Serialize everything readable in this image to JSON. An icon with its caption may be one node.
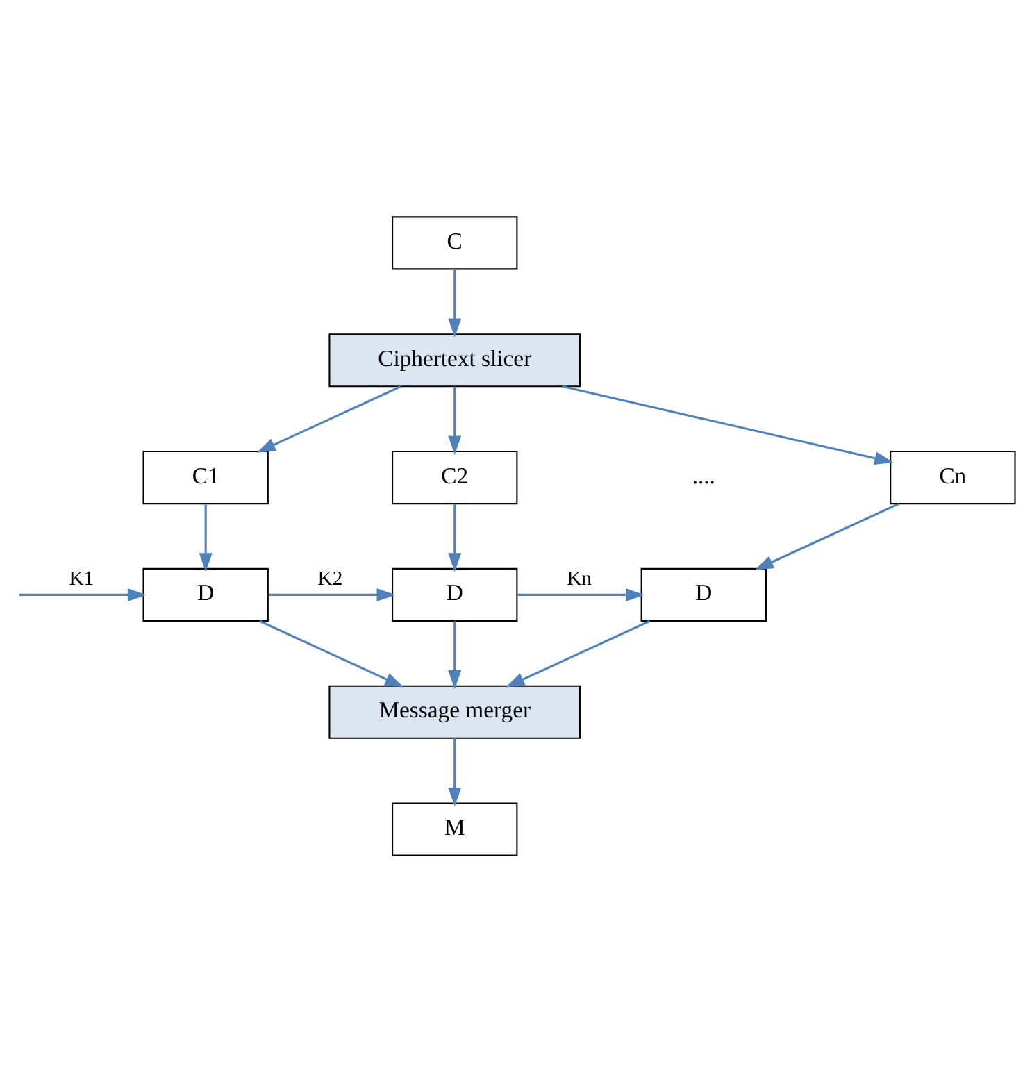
{
  "diagram": {
    "nodes": [
      {
        "text": [
          "C"
        ]
      },
      {
        "text": [
          "Ciphertext slicer"
        ]
      },
      {
        "text": [
          "C1"
        ]
      },
      {
        "text": [
          "C2"
        ]
      },
      {
        "text": [
          "Cn"
        ]
      },
      {
        "text": [
          "D"
        ]
      },
      {
        "text": [
          "D"
        ]
      },
      {
        "text": [
          "D"
        ]
      },
      {
        "text": [
          "Message merger"
        ]
      },
      {
        "text": [
          "M"
        ]
      }
    ],
    "edges": [
      {
        "from": 0,
        "to": 1,
        "arrow": "to"
      },
      {
        "from": 1,
        "to": 2,
        "arrow": "to"
      },
      {
        "from": 1,
        "to": 3,
        "arrow": "to"
      },
      {
        "from": 1,
        "to": 4,
        "arrow": "to"
      },
      {
        "from": 2,
        "to": 5,
        "arrow": "to"
      },
      {
        "from": 3,
        "to": 6,
        "arrow": "to"
      },
      {
        "from": 4,
        "to": 7,
        "arrow": "to"
      },
      {
        "from": null,
        "to": 5,
        "arrow": "to",
        "label": "K1"
      },
      {
        "from": 5,
        "to": 6,
        "arrow": "to",
        "label": "K2"
      },
      {
        "from": 6,
        "to": 7,
        "arrow": "to",
        "label": "Kn"
      },
      {
        "from": 5,
        "to": 8,
        "arrow": "to"
      },
      {
        "from": 6,
        "to": 8,
        "arrow": "to"
      },
      {
        "from": 7,
        "to": 8,
        "arrow": "to"
      },
      {
        "from": 8,
        "to": 9,
        "arrow": "to"
      }
    ],
    "labels": [
      "...."
    ]
  }
}
